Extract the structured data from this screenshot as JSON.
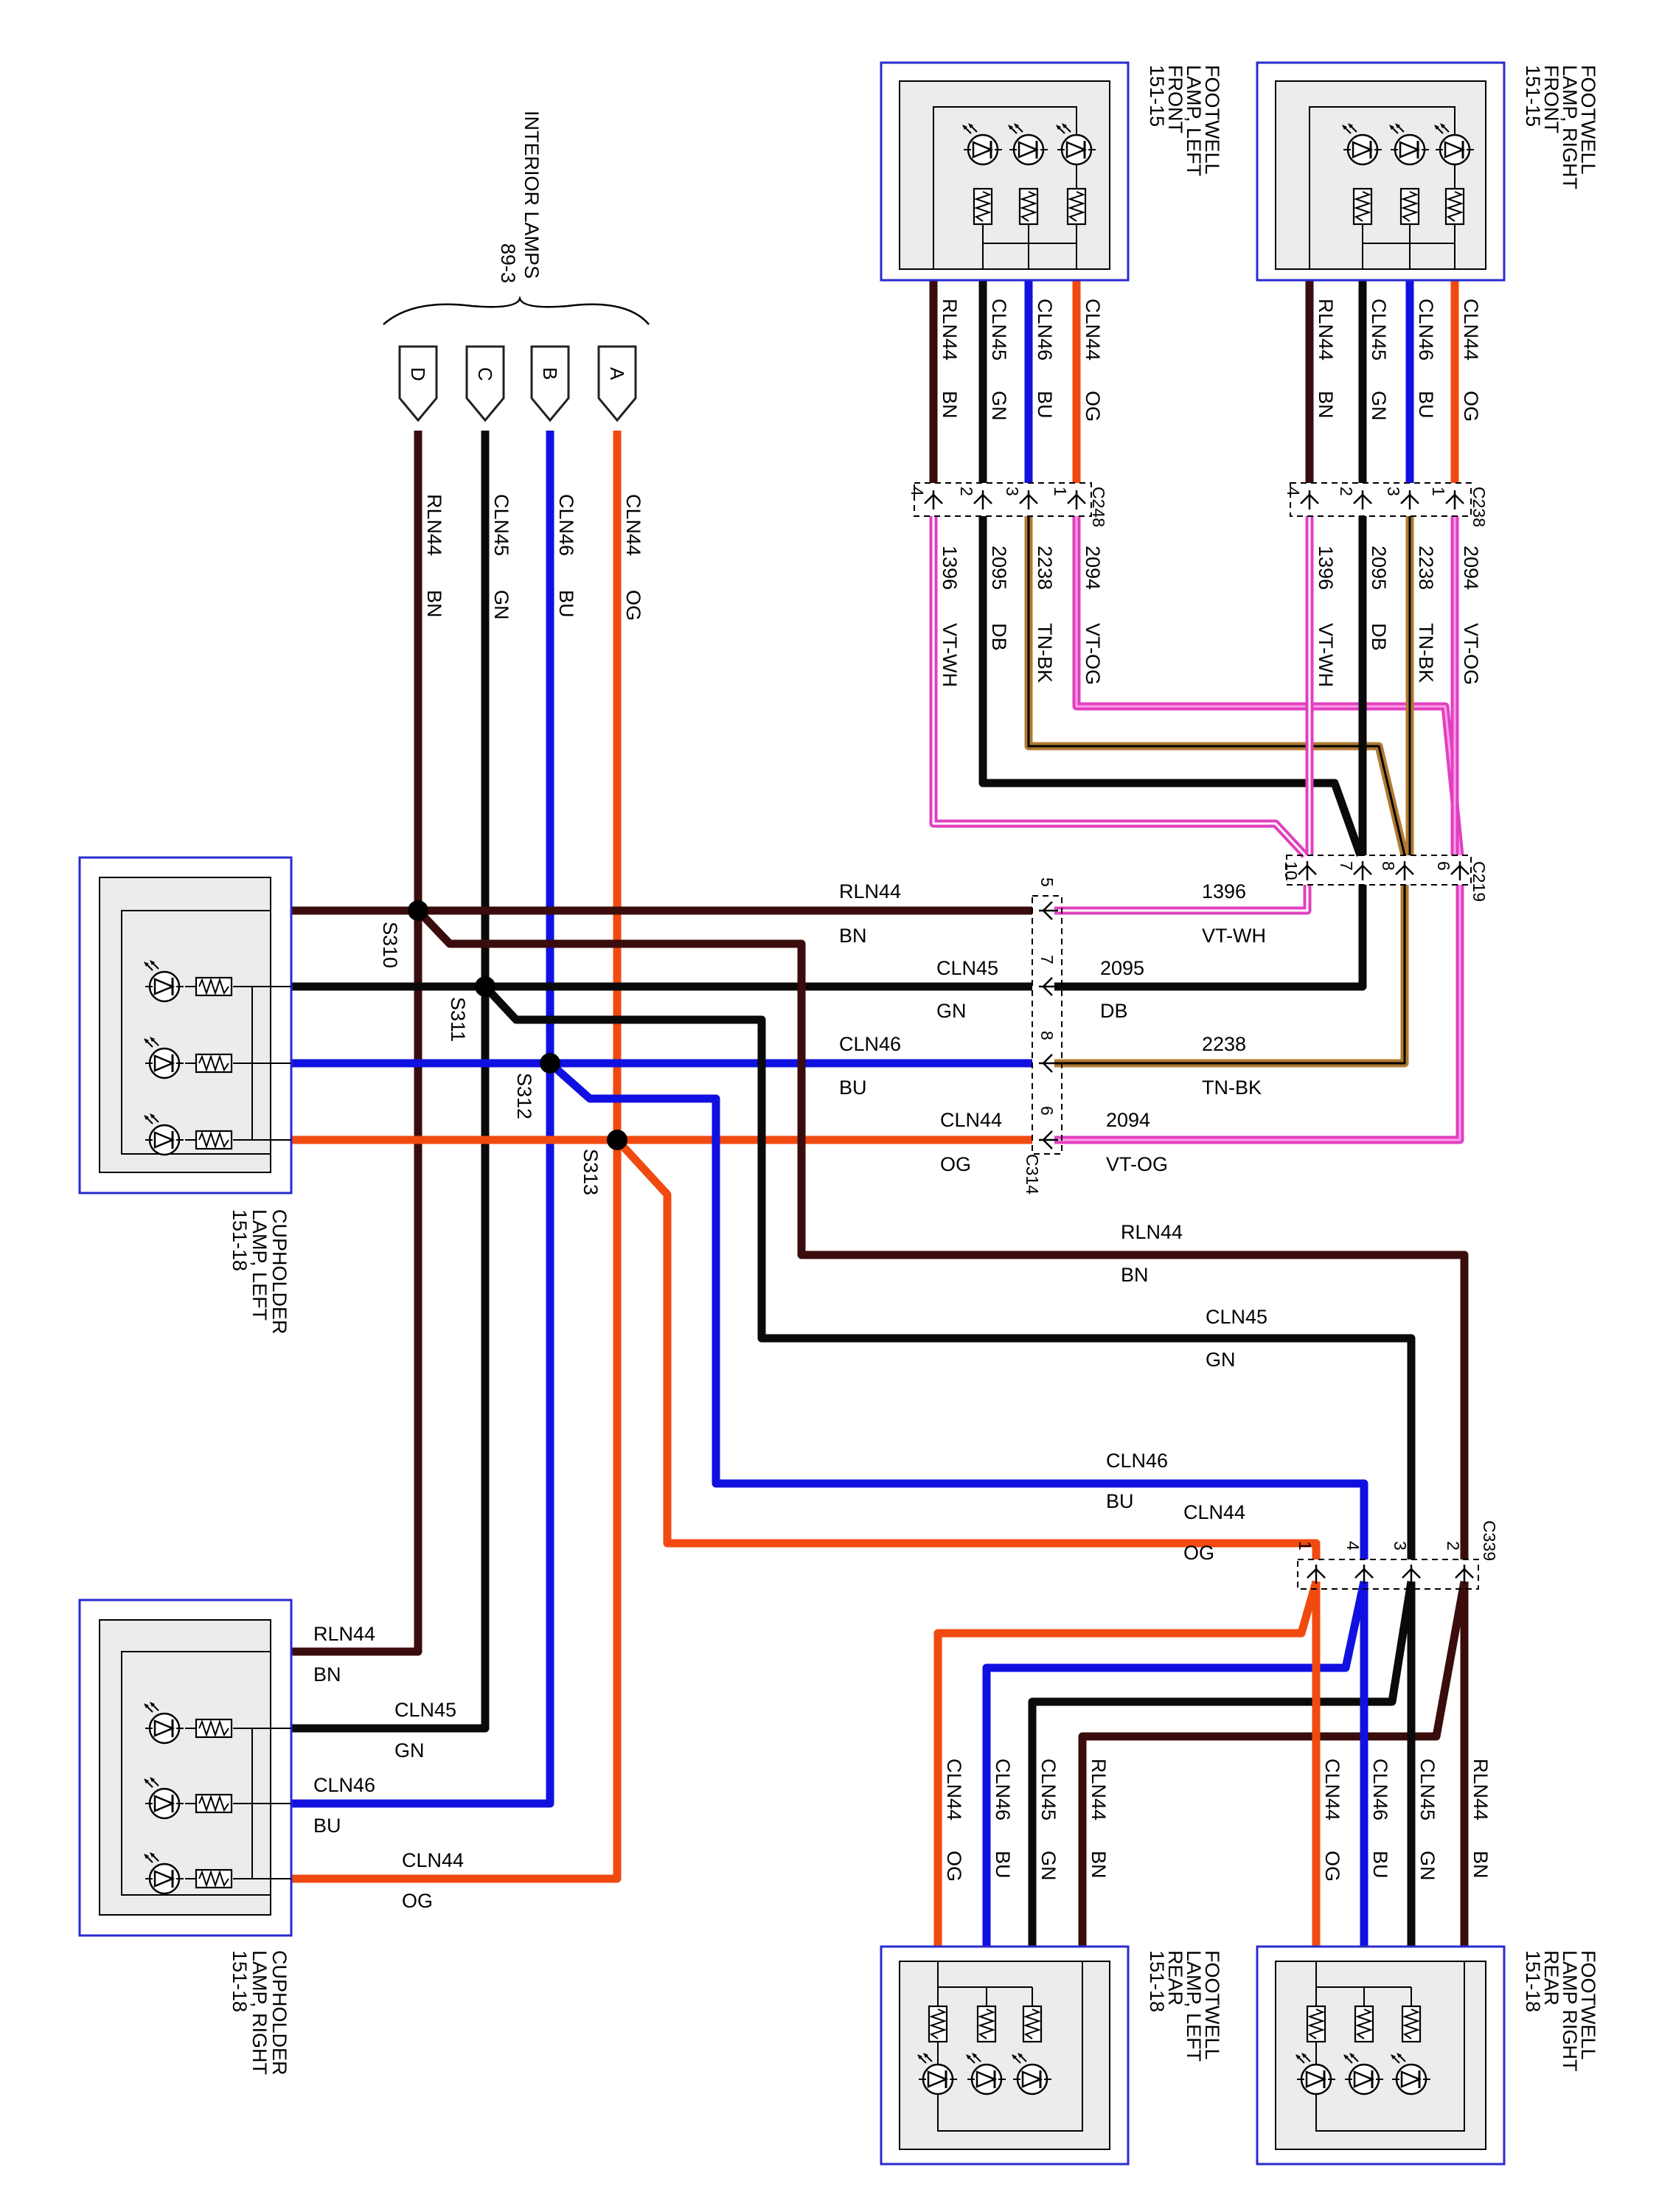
{
  "colors": {
    "BN": "#3a0c0c",
    "GN": "#0a0a0a",
    "BU": "#1010e0",
    "OG": "#f04a10",
    "VT": "#e040c0",
    "TN": "#b07a30",
    "module_border": "#2a2ad0",
    "module_fill": "#ececec"
  },
  "interior_lamps": {
    "title_1": "INTERIOR LAMPS",
    "title_2": "89-3",
    "pins": [
      "A",
      "B",
      "C",
      "D"
    ]
  },
  "components": {
    "footwell_left_front": {
      "line1": "FOOTWELL",
      "line2": "LAMP, LEFT",
      "line3": "FRONT",
      "line4": "151-15"
    },
    "footwell_right_front": {
      "line1": "FOOTWELL",
      "line2": "LAMP, RIGHT",
      "line3": "FRONT",
      "line4": "151-15"
    },
    "footwell_left_rear": {
      "line1": "FOOTWELL",
      "line2": "LAMP, LEFT",
      "line3": "REAR",
      "line4": "151-18"
    },
    "footwell_right_rear": {
      "line1": "FOOTWELL",
      "line2": "LAMP RIGHT",
      "line3": "REAR",
      "line4": "151-18"
    },
    "cupholder_left": {
      "line1": "CUPHOLDER",
      "line2": "LAMP, LEFT",
      "line3": "151-18"
    },
    "cupholder_right": {
      "line1": "CUPHOLDER",
      "line2": "LAMP, RIGHT",
      "line3": "151-18"
    }
  },
  "connectors": {
    "c248": "C248",
    "c238": "C238",
    "c219": "C219",
    "c314": "C314",
    "c339": "C339"
  },
  "splices": {
    "s310": "S310",
    "s311": "S311",
    "s312": "S312",
    "s313": "S313"
  },
  "circuits": {
    "rln44": "RLN44",
    "cln45": "CLN45",
    "cln46": "CLN46",
    "cln44": "CLN44",
    "c1396": "1396",
    "c2095": "2095",
    "c2238": "2238",
    "c2094": "2094"
  },
  "wire_colors": {
    "bn": "BN",
    "gn": "GN",
    "bu": "BU",
    "og": "OG",
    "vt_wh": "VT-WH",
    "db": "DB",
    "tn_bk": "TN-BK",
    "vt_og": "VT-OG"
  },
  "pins": {
    "p1": "1",
    "p2": "2",
    "p3": "3",
    "p4": "4",
    "p5": "5",
    "p6": "6",
    "p7": "7",
    "p8": "8",
    "p10": "10"
  }
}
